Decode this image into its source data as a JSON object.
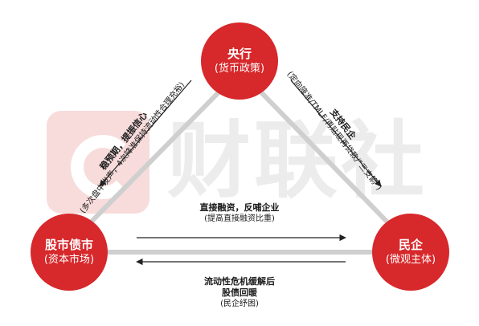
{
  "watermark": {
    "text": "财联社"
  },
  "nodes": {
    "top": {
      "title": "央行",
      "subtitle": "(货币政策)"
    },
    "left": {
      "title": "股市债市",
      "subtitle": "(资本市场)"
    },
    "right": {
      "title": "民企",
      "subtitle": "(微观主体)"
    }
  },
  "edges": {
    "right_diag": {
      "bold": "支持民企",
      "note": "(定向降准/TMLF/再贴现再贷款/“三支箭”)"
    },
    "left_diag": {
      "bold": "稳预期，提振信心",
      "note": "(多次盘中发声，4次降准保持流动性合理充裕)"
    },
    "bottom_forward": {
      "bold": "直接融资，反哺企业",
      "note": "(提高直接融资比重)"
    },
    "bottom_back": {
      "bold1": "流动性危机缓解后",
      "bold2": "股债回暖",
      "note": "(民企纾困)"
    }
  },
  "colors": {
    "node_fill": "#d7282b",
    "line": "#c8c8c8",
    "arrow": "#222222",
    "watermark": "#f8dcdc"
  }
}
